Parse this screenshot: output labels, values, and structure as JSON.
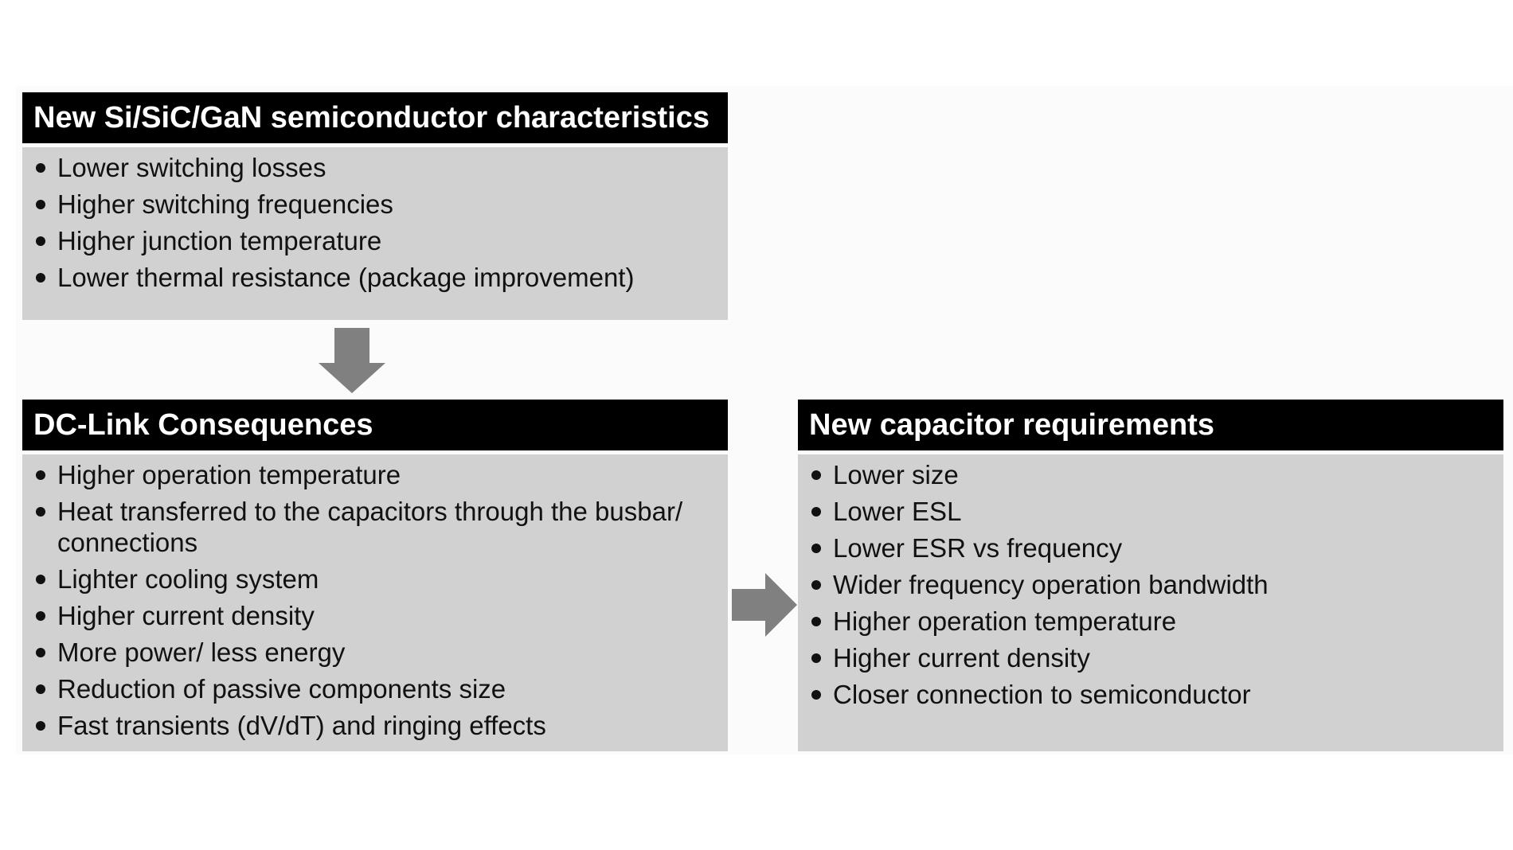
{
  "colors": {
    "header_bg": "#000000",
    "header_text": "#ffffff",
    "body_bg": "#d1d1d1",
    "arrow": "#808080"
  },
  "boxes": {
    "semiconductor": {
      "title": "New Si/SiC/GaN semiconductor characteristics",
      "items": [
        "Lower switching losses",
        "Higher switching frequencies",
        "Higher junction temperature",
        "Lower thermal resistance (package improvement)"
      ]
    },
    "dclink": {
      "title": "DC-Link Consequences",
      "items": [
        "Higher operation temperature",
        "Heat transferred to the capacitors through the busbar/ connections",
        "Lighter cooling system",
        "Higher current density",
        "More power/ less energy",
        "Reduction of passive components size",
        "Fast transients (dV/dT) and ringing effects"
      ]
    },
    "capacitor": {
      "title": "New capacitor requirements",
      "items": [
        "Lower size",
        "Lower ESL",
        "Lower ESR vs frequency",
        "Wider frequency operation bandwidth",
        "Higher operation temperature",
        "Higher current density",
        "Closer connection to semiconductor"
      ]
    }
  },
  "arrows": [
    {
      "icon": "arrow-down-icon",
      "from": "semiconductor",
      "to": "dclink"
    },
    {
      "icon": "arrow-right-icon",
      "from": "dclink",
      "to": "capacitor"
    }
  ]
}
